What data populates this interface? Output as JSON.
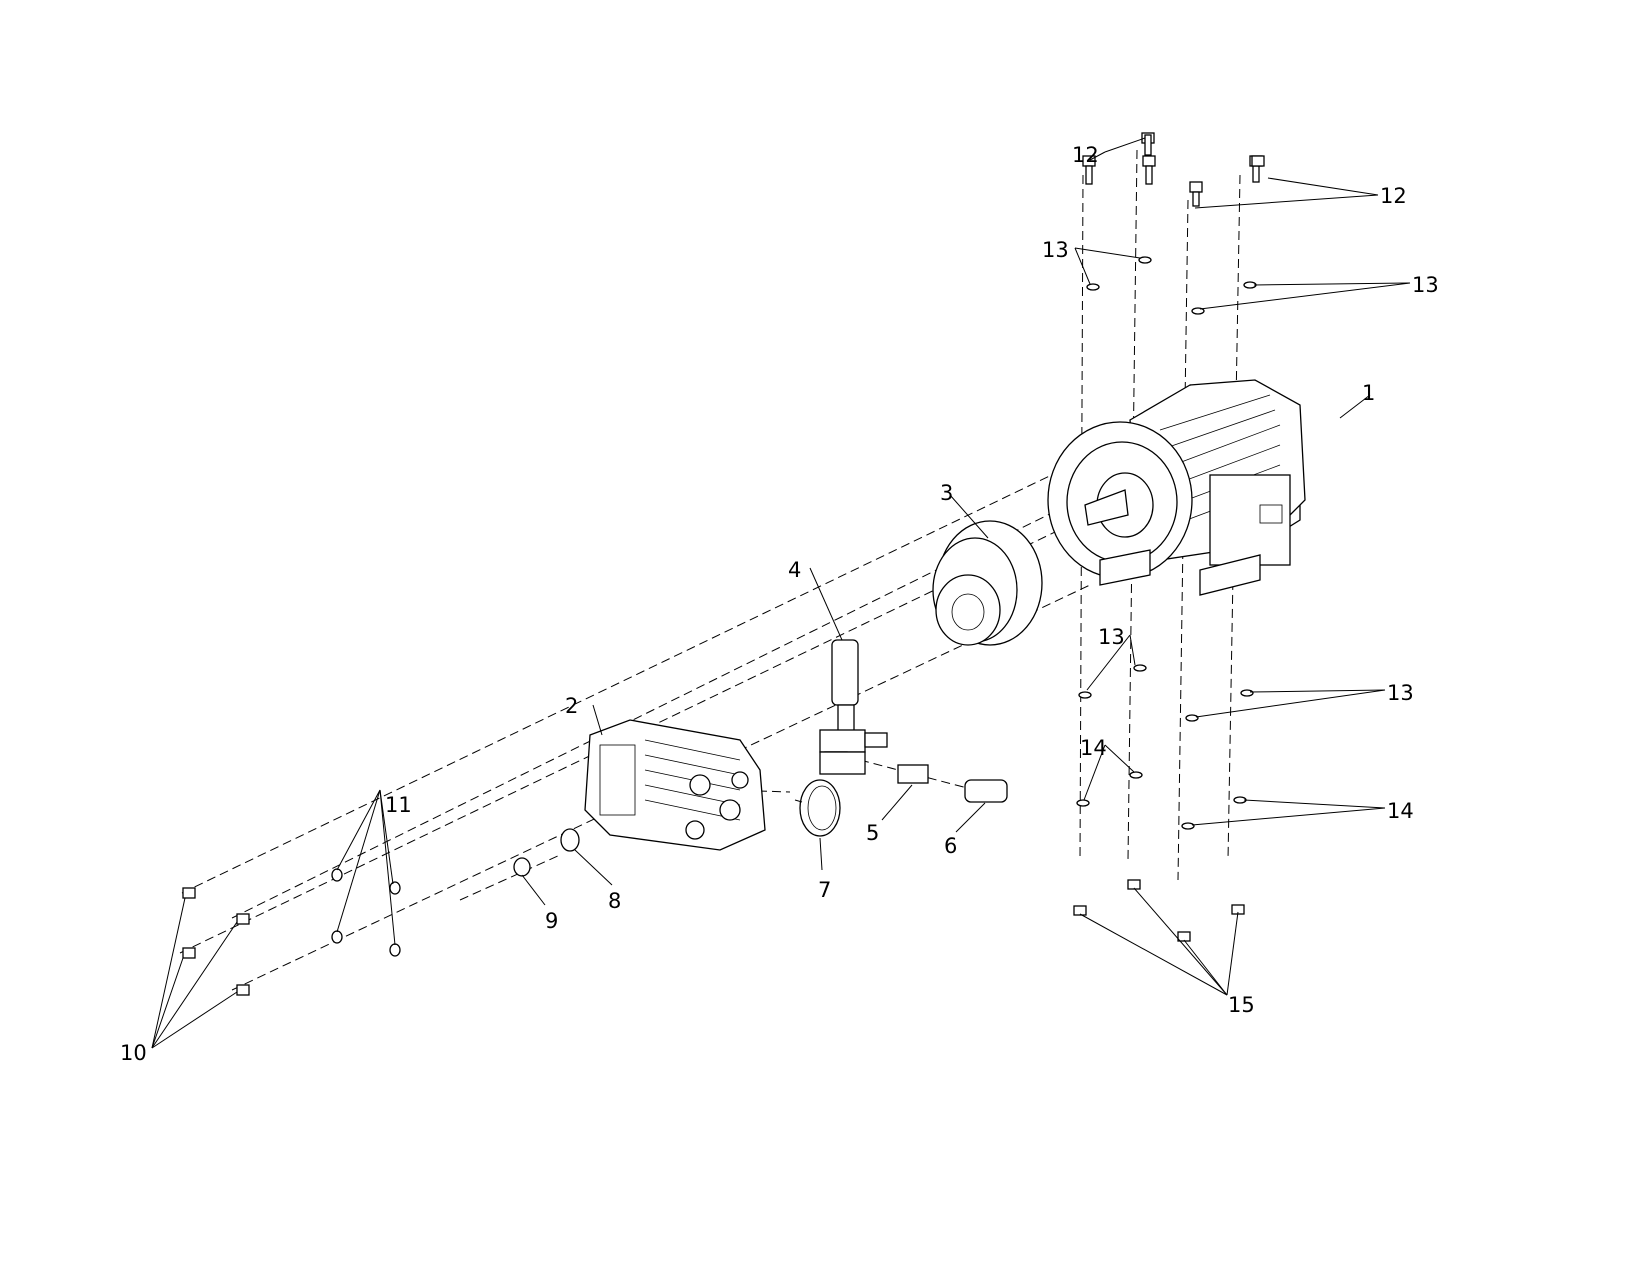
{
  "diagram": {
    "type": "exploded-parts-view",
    "callouts": {
      "c1": "1",
      "c2": "2",
      "c3": "3",
      "c4": "4",
      "c5": "5",
      "c6": "6",
      "c7": "7",
      "c8": "8",
      "c9": "9",
      "c10": "10",
      "c11": "11",
      "c12a": "12",
      "c12b": "12",
      "c13a": "13",
      "c13b": "13",
      "c13c": "13",
      "c13d": "13",
      "c14a": "14",
      "c14b": "14",
      "c15": "15"
    }
  }
}
